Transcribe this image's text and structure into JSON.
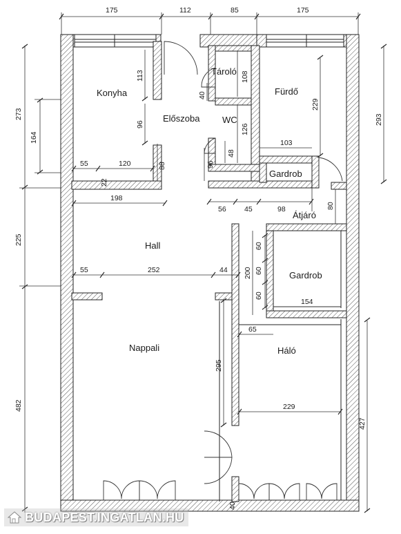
{
  "rooms": {
    "konyha": "Konyha",
    "eloszoba": "Előszoba",
    "tarolo": "Tároló",
    "wc": "WC",
    "furdo": "Fürdő",
    "gardrob_small": "Gardrob",
    "atjaro": "Átjáró",
    "hall": "Hall",
    "gardrob_large": "Gardrob",
    "nappali": "Nappali",
    "halo": "Háló"
  },
  "dimensions": {
    "top_175_left": "175",
    "top_112": "112",
    "top_85": "85",
    "top_175_right": "175",
    "left_273": "273",
    "left_164": "164",
    "left_225": "225",
    "left_482": "482",
    "right_293": "293",
    "right_427": "427",
    "konyha_113": "113",
    "konyha_96": "96",
    "konyha_55": "55",
    "konyha_120": "120",
    "konyha_88": "88",
    "konyha_22": "22",
    "tarolo_40": "40",
    "tarolo_108": "108",
    "wc_126": "126",
    "wc_48": "48",
    "eloszoba_96": "96",
    "furdo_229": "229",
    "furdo_103": "103",
    "hall_198": "198",
    "hall_56": "56",
    "hall_45": "45",
    "atjaro_98": "98",
    "atjaro_80": "80",
    "hall_55": "55",
    "hall_252": "252",
    "hall_44": "44",
    "gardrob_200": "200",
    "gardrob_60_a": "60",
    "gardrob_60_b": "60",
    "gardrob_60_c": "60",
    "gardrob_154": "154",
    "halo_65": "65",
    "nappali_295": "295",
    "halo_229": "229",
    "bottom_40": "40"
  },
  "watermark": "BUDAPEST.INGATLAN.HU"
}
